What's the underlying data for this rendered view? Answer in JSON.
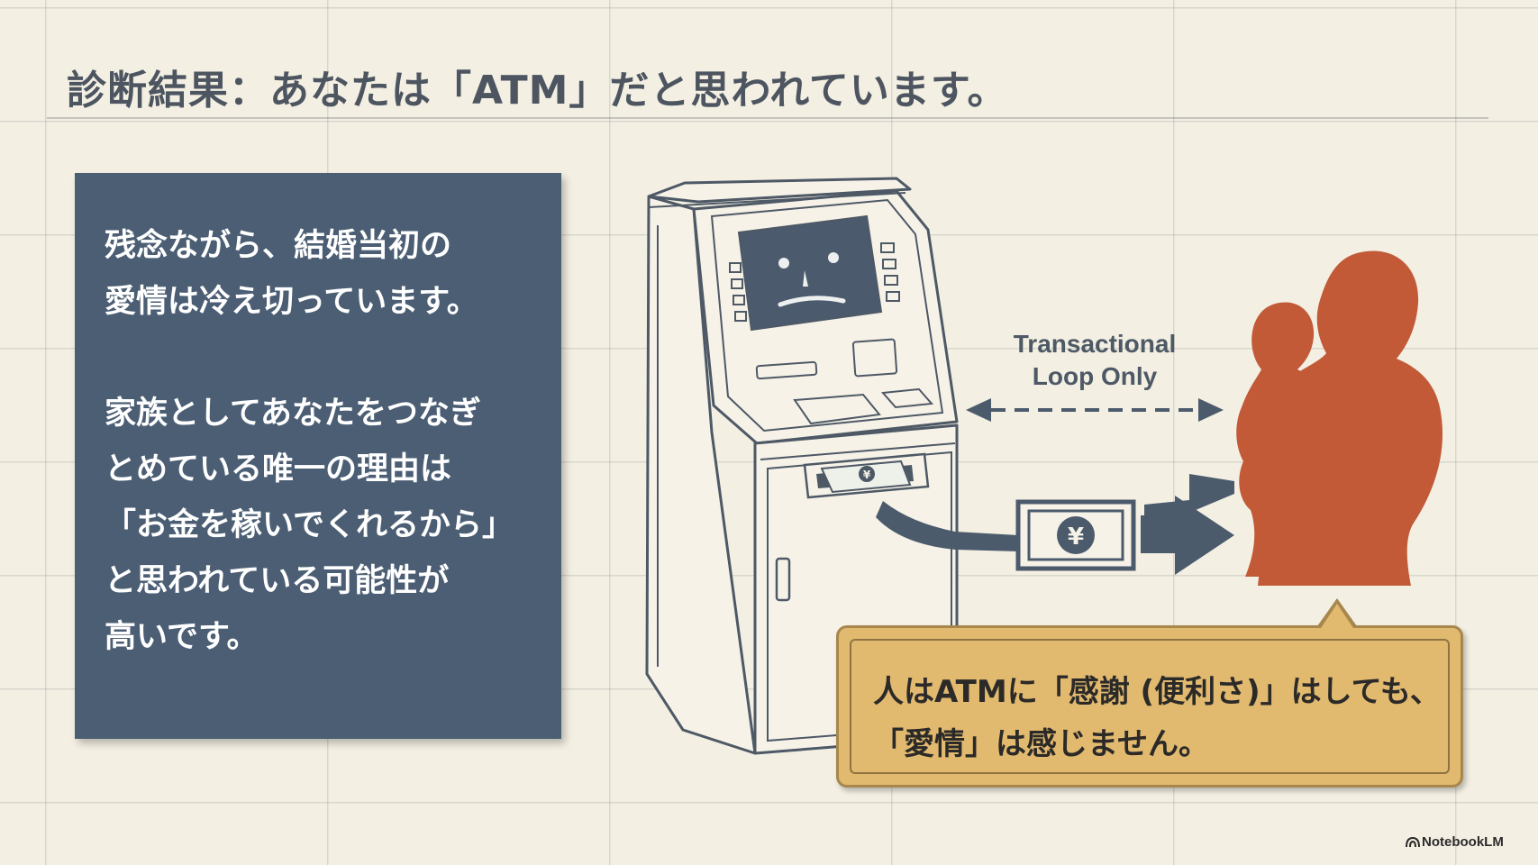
{
  "title": "診断結果：あなたは「ATM」だと思われています。",
  "info_panel": {
    "paragraph1": "残念ながら、結婚当初の\n愛情は冷え切っています。",
    "paragraph2": "家族としてあなたをつなぎ\nとめている唯一の理由は\n「お金を稼いでくれるから」\nと思われている可能性が\n高いです。"
  },
  "loop_label": "Transactional\nLoop Only",
  "callout": "人はATMに「感謝 (便利さ)」はしても、\n「愛情」は感じません。",
  "brand": "NotebookLM",
  "currency_symbol": "¥",
  "colors": {
    "background": "#f3efe3",
    "panel": "#4b5e74",
    "figure": "#c25a37",
    "callout": "#e1b96f",
    "ink": "#4d5560"
  }
}
